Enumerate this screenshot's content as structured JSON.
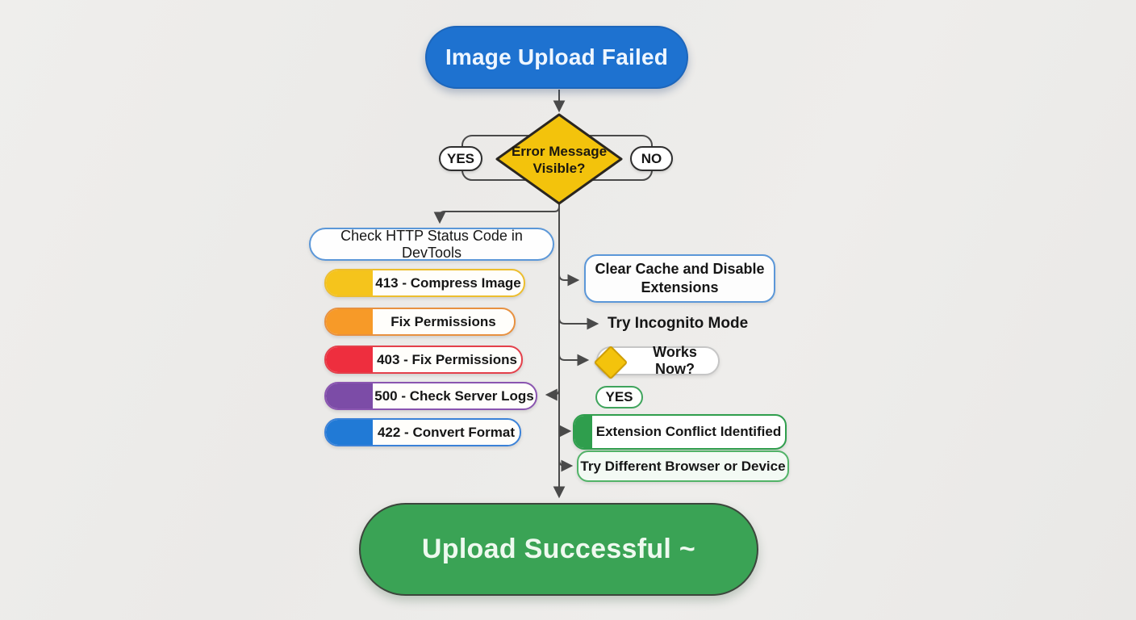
{
  "diagram_title": "Image upload troubleshooting flowchart",
  "palette": {
    "start_blue": "#1e72d0",
    "decision_yellow": "#f3c30c",
    "success_green": "#3aa355",
    "connector_gray": "#4a4a4a",
    "blue_outline": "#5b97d8",
    "green_outline": "#2f9e4d"
  },
  "nodes": {
    "start": {
      "label": "Image Upload Failed"
    },
    "decision": {
      "label": "Error Message Visible?"
    },
    "yes_label": "YES",
    "no_label": "NO",
    "check_http": {
      "label": "Check HTTP Status Code in DevTools"
    },
    "status_rows": [
      {
        "label": "413 - Compress Image",
        "fill": "#f5c41c",
        "border": "#edbe2e"
      },
      {
        "label": "Fix Permissions",
        "fill": "#f79a28",
        "border": "#e89140"
      },
      {
        "label": "403 - Fix Permissions",
        "fill": "#ee2e3e",
        "border": "#e4404b"
      },
      {
        "label": "500 - Check Server Logs",
        "fill": "#7c4ca7",
        "border": "#8a55b0"
      },
      {
        "label": "422 - Convert Format",
        "fill": "#217ad6",
        "border": "#3b82d8"
      }
    ],
    "clear_cache": {
      "label": "Clear Cache and Disable Extensions"
    },
    "try_incognito": {
      "label": "Try Incognito Mode"
    },
    "works_now": {
      "label": "Works Now?"
    },
    "yes2_label": "YES",
    "extension_conflict": {
      "label": "Extension Conflict Identified",
      "accent": "#2f9e4d"
    },
    "try_different": {
      "label": "Try Different Browser or Device"
    },
    "success": {
      "label": "Upload Successful ~"
    }
  }
}
